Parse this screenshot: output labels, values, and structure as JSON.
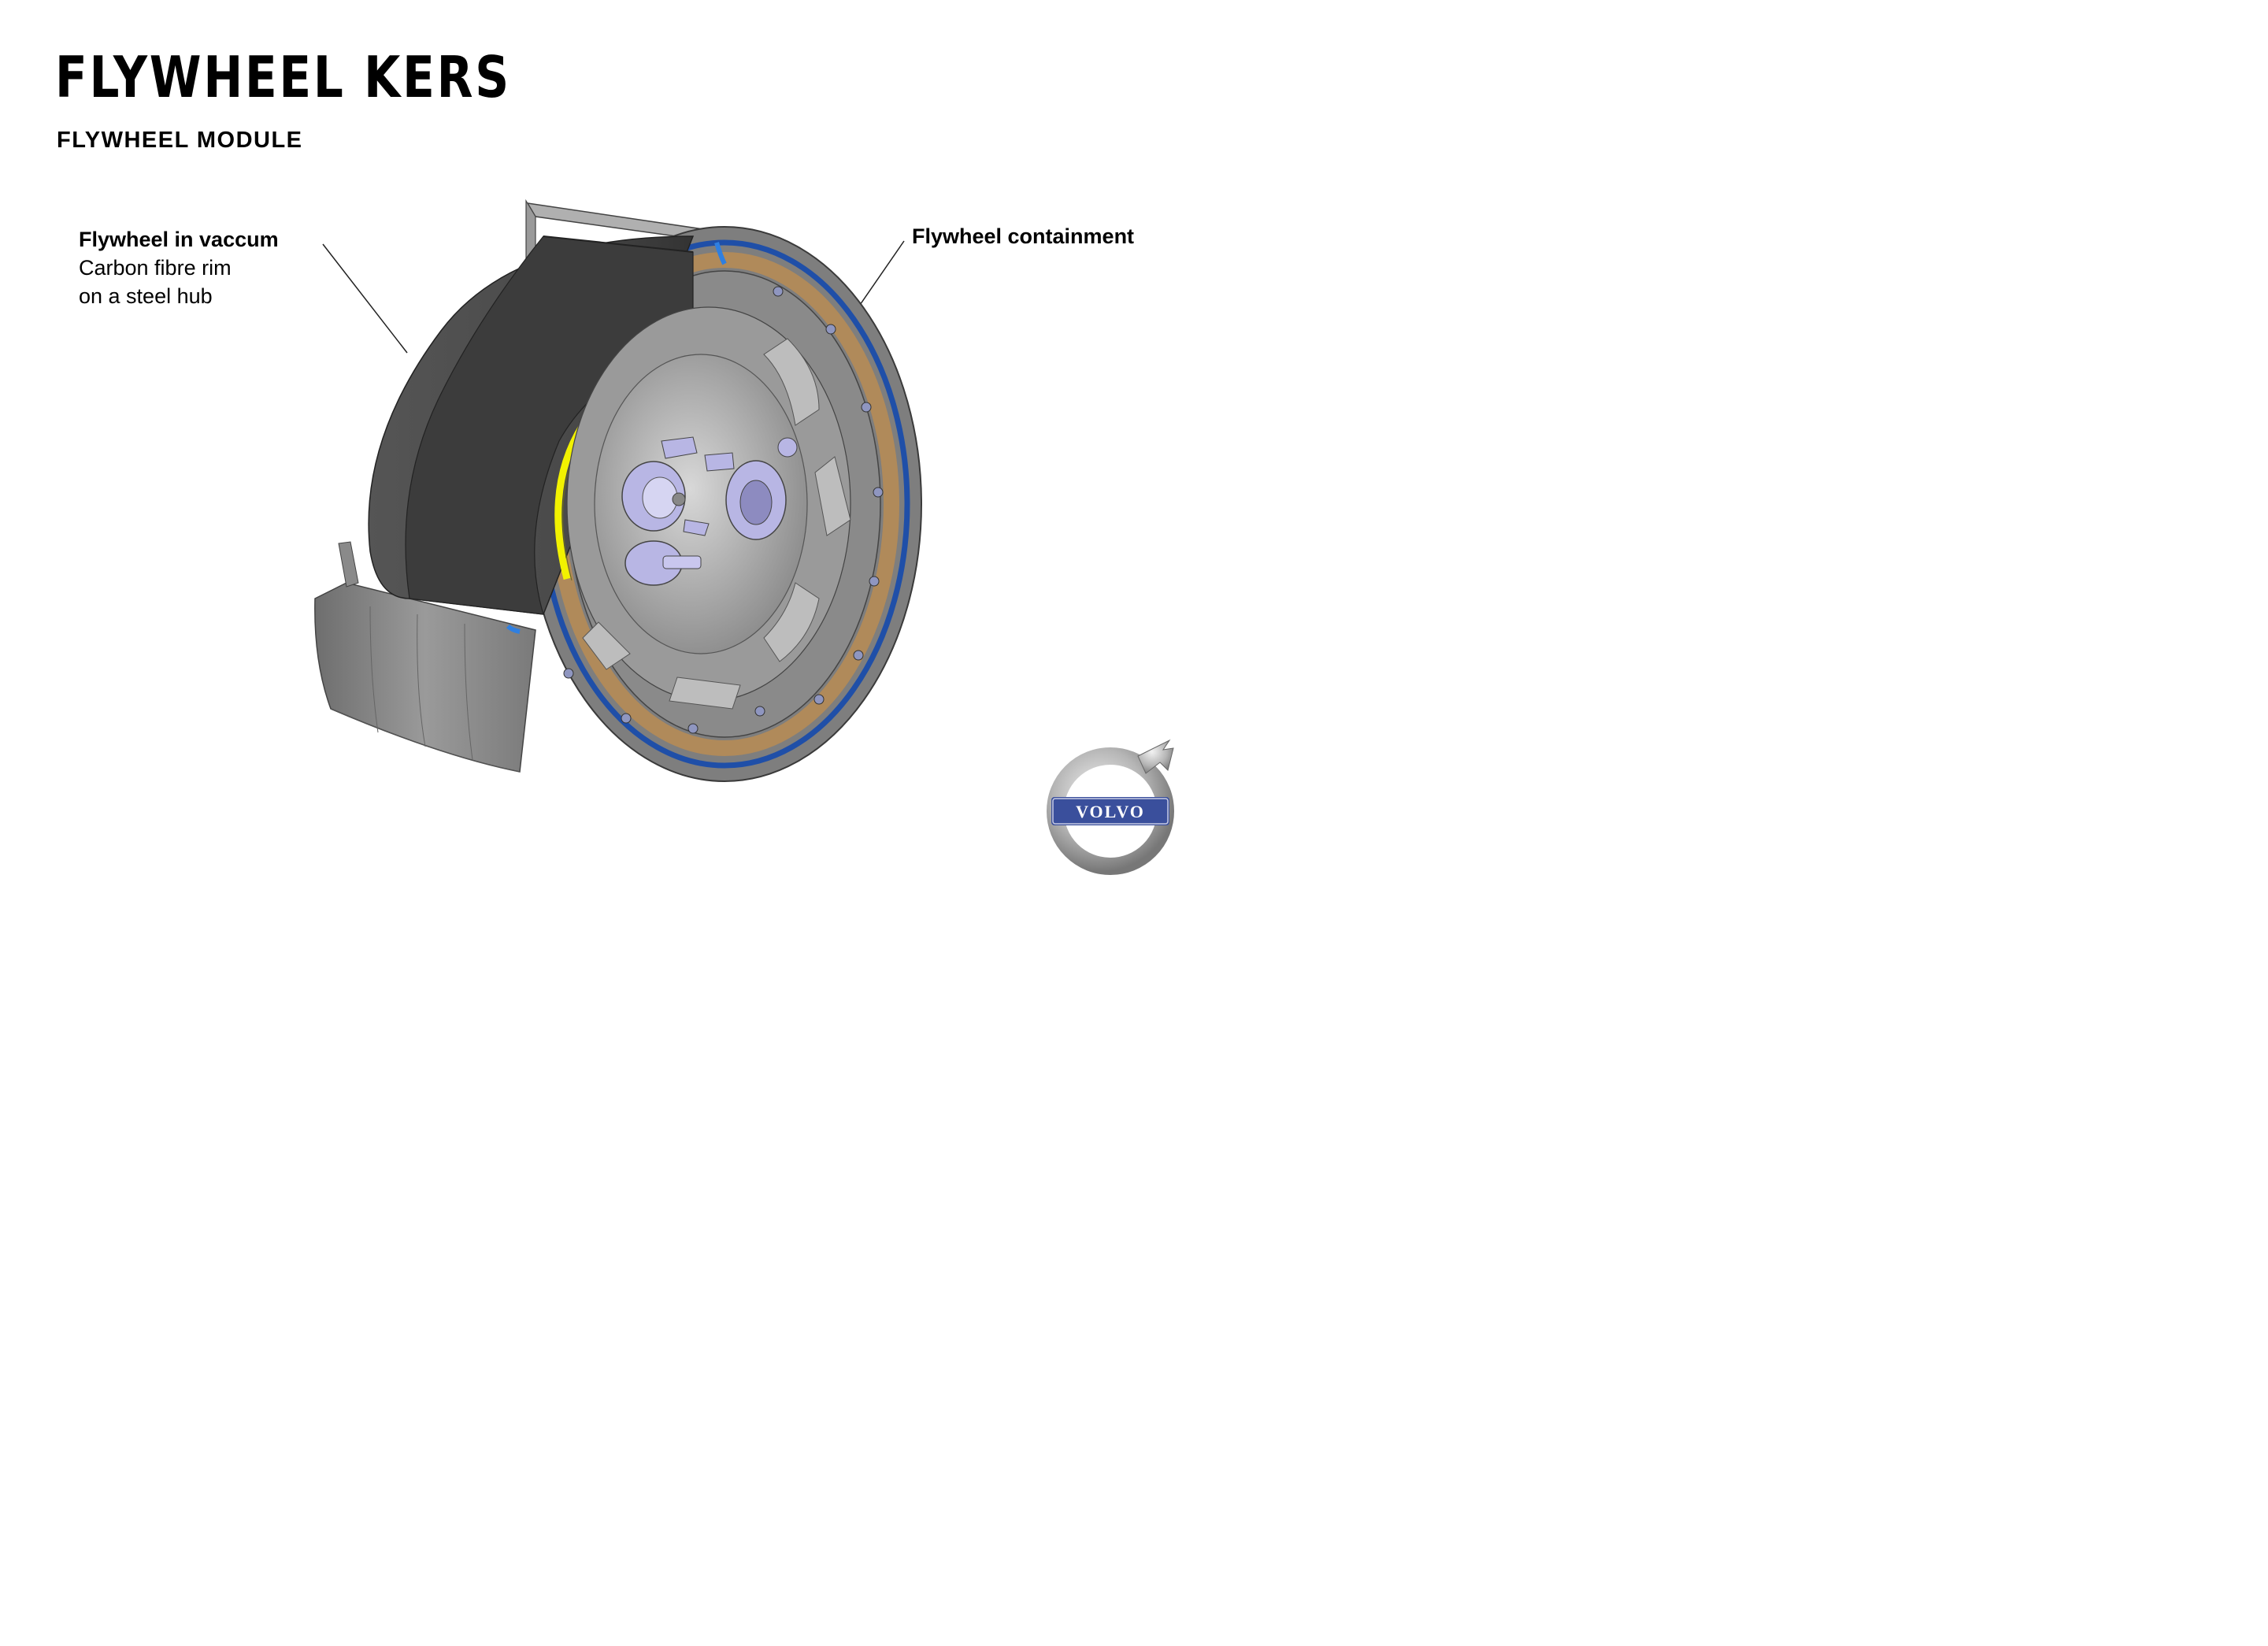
{
  "header": {
    "title": "FLYWHEEL KERS",
    "subtitle": "FLYWHEEL MODULE"
  },
  "callouts": {
    "flywheel": {
      "heading": "Flywheel in vaccum",
      "line1": "Carbon fibre rim",
      "line2": "on a steel hub"
    },
    "containment": {
      "heading": "Flywheel containment"
    }
  },
  "logo": {
    "text": "VOLVO",
    "accent_color": "#3a4f9c"
  },
  "colors": {
    "housing": "#8e8e8e",
    "flywheel_rim": "#4a4a4a",
    "yellow_ring": "#f2f200",
    "blue_seal": "#1f4fa8",
    "bronze_ring": "#b08a5a",
    "parts": "#b8b6e4"
  }
}
